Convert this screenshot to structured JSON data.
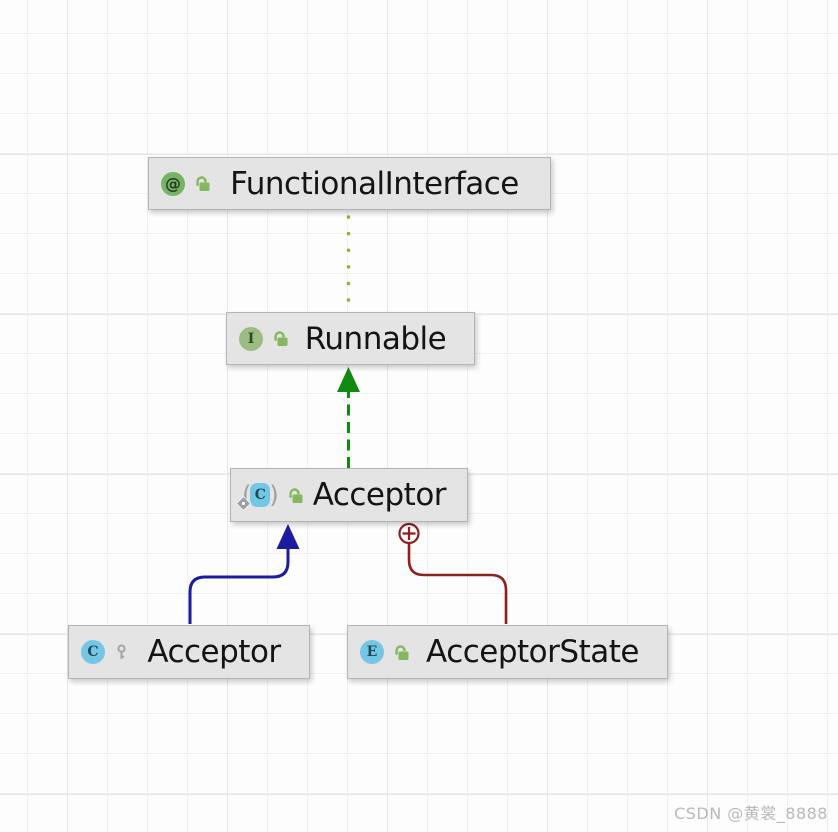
{
  "diagram": {
    "nodes": [
      {
        "label": "FunctionalInterface",
        "icon_letter": "@",
        "icon": "annotation-icon",
        "visibility": "public"
      },
      {
        "label": "Runnable",
        "icon_letter": "I",
        "icon": "interface-icon",
        "visibility": "public"
      },
      {
        "label": "Acceptor",
        "icon_letter": "C",
        "icon": "anonymous-class-icon",
        "visibility": "public",
        "paren_open": "(",
        "paren_close": ")"
      },
      {
        "label": "Acceptor",
        "icon_letter": "C",
        "icon": "class-icon",
        "visibility": "package-local"
      },
      {
        "label": "AcceptorState",
        "icon_letter": "E",
        "icon": "enum-icon",
        "visibility": "public"
      }
    ],
    "edges": [
      {
        "name": "annotated-with",
        "from": "Runnable",
        "to": "FunctionalInterface",
        "style": "dotted",
        "color": "#a9a51d"
      },
      {
        "name": "implements",
        "from": "Acceptor (anonymous)",
        "to": "Runnable",
        "style": "dashed-arrow",
        "color": "#108a10"
      },
      {
        "name": "extends",
        "from": "Acceptor",
        "to": "Acceptor (anonymous)",
        "style": "solid-arrow",
        "color": "#1b1b9e"
      },
      {
        "name": "inner-class",
        "from": "AcceptorState",
        "to": "Acceptor (anonymous)",
        "style": "solid-circle-plus",
        "color": "#8e2020"
      }
    ]
  },
  "colors": {
    "node_background": "#e4e4e4",
    "node_border": "#b4b4b4",
    "class_icon_blue": "#74c7e4",
    "interface_icon_green": "#9cbc82",
    "annotation_icon_green": "#77b366",
    "lock_green": "#85b75f",
    "key_gray": "#a2a6aa",
    "annotation_dotted": "#a9a51d",
    "implements_green": "#108a10",
    "extends_blue": "#1b1b9e",
    "inner_red": "#8e2020"
  },
  "watermark": "CSDN @黄裳_8888"
}
